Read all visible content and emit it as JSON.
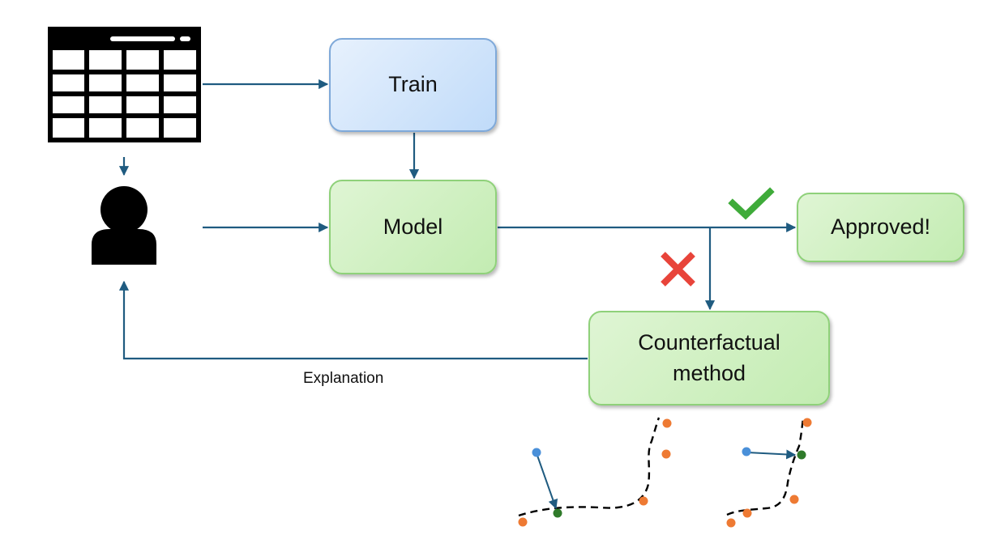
{
  "nodes": {
    "train": "Train",
    "model": "Model",
    "approved": "Approved!",
    "counterfactual": "Counterfactual method"
  },
  "edge_labels": {
    "explanation": "Explanation"
  },
  "icons": {
    "data": "table-icon",
    "user": "person-icon",
    "approve": "checkmark-icon",
    "reject": "cross-icon"
  },
  "colors": {
    "arrow": "#1f5b80",
    "check": "#3fab3a",
    "cross": "#e8443a",
    "point_blue": "#4a90d9",
    "point_orange": "#ee7a33",
    "point_green": "#2f7a2a"
  }
}
